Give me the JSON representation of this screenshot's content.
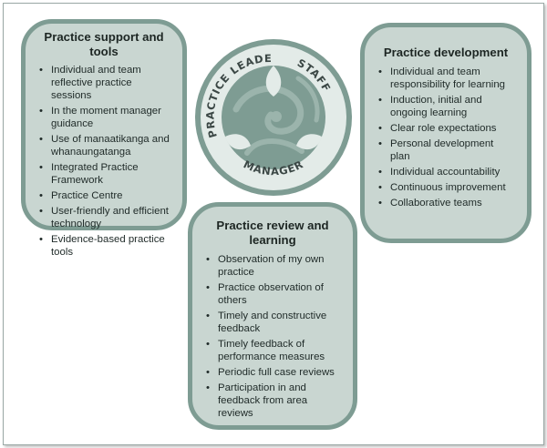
{
  "hub": {
    "labels": {
      "top_left": "PRACTICE LEADER",
      "top_right": "STAFF",
      "bottom": "MANAGER"
    }
  },
  "panels": {
    "support": {
      "title": "Practice support and tools",
      "items": [
        "Individual and team reflective practice sessions",
        "In the moment manager guidance",
        "Use of manaatikanga and whanaungatanga",
        "Integrated Practice Framework",
        "Practice Centre",
        "User-friendly and efficient technology",
        "Evidence-based practice tools"
      ]
    },
    "development": {
      "title": "Practice development",
      "items": [
        "Individual and team responsibility for learning",
        "Induction, initial and ongoing learning",
        "Clear role expectations",
        "Personal development plan",
        "Individual accountability",
        "Continuous improvement",
        "Collaborative teams"
      ]
    },
    "review": {
      "title": "Practice review and learning",
      "items": [
        "Observation of my own practice",
        "Practice observation of others",
        "Timely and constructive feedback",
        "Timely feedback of performance measures",
        "Periodic full case reviews",
        "Participation in and feedback from area reviews"
      ]
    }
  },
  "colors": {
    "panel_fill": "#c9d6d1",
    "panel_border": "#7e9c93",
    "hub_green": "#7e9c93",
    "hub_light": "#e3ebe8"
  }
}
